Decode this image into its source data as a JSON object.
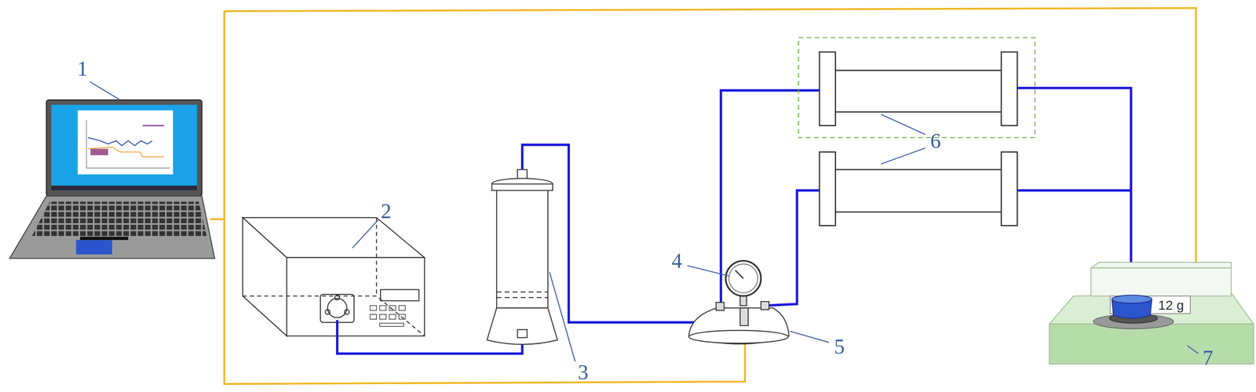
{
  "diagram": {
    "labels": [
      "1",
      "2",
      "3",
      "4",
      "5",
      "6",
      "7",
      "12 g"
    ]
  }
}
